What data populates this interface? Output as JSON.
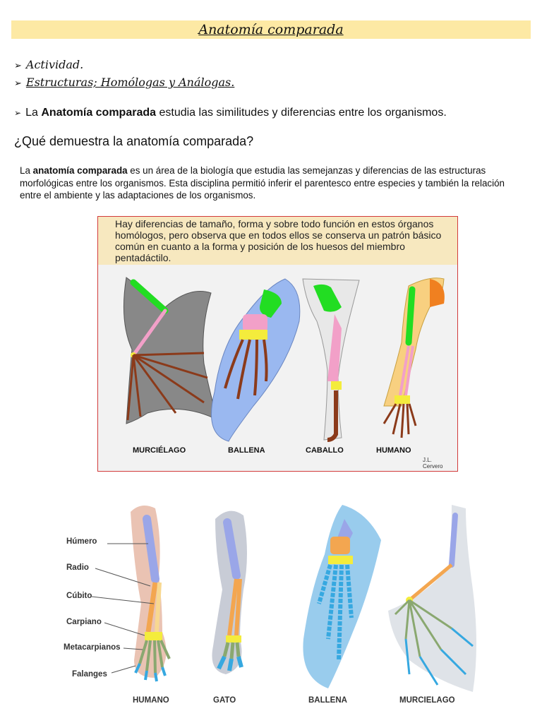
{
  "title": "Anatomía comparada",
  "bullets": [
    {
      "text": "Actividad."
    },
    {
      "text": "Estructuras; Homólogas y Análogas."
    }
  ],
  "intro": {
    "prefix": "La ",
    "bold": "Anatomía comparada",
    "suffix": " estudia las similitudes y diferencias entre los organismos."
  },
  "question": "¿Qué demuestra la anatomía comparada?",
  "paragraph": {
    "prefix": "La ",
    "bold": "anatomía comparada",
    "suffix": " es un área de la biología que estudia las semejanzas y diferencias de las estructuras morfológicas entre los organismos. Esta disciplina permitió inferir el parentesco entre especies y también la relación entre el ambiente y las adaptaciones de los organismos."
  },
  "figure1": {
    "caption": "Hay diferencias de tamaño, forma y sobre todo función en estos órganos homólogos, pero observa que en todos ellos se conserva un patrón básico común en cuanto a la forma y posición de los huesos del miembro pentadáctilo.",
    "labels": [
      "MURCIÉLAGO",
      "BALLENA",
      "CABALLO",
      "HUMANO"
    ],
    "credit_line1": "J.L.",
    "credit_line2": "Cervero"
  },
  "figure2": {
    "bone_labels": [
      "Húmero",
      "Radio",
      "Cúbito",
      "Carpiano",
      "Metacarpianos",
      "Falanges"
    ],
    "animal_labels": [
      "HUMANO",
      "GATO",
      "BALLENA",
      "MURCIELAGO"
    ]
  },
  "colors": {
    "title_bg": "#fde9a4",
    "figure_border": "#d23b3b",
    "humerus": "#22dd22",
    "forearm": "#f2a0c8",
    "carpals": "#f4ec3c",
    "digits": "#8b3a1a"
  }
}
